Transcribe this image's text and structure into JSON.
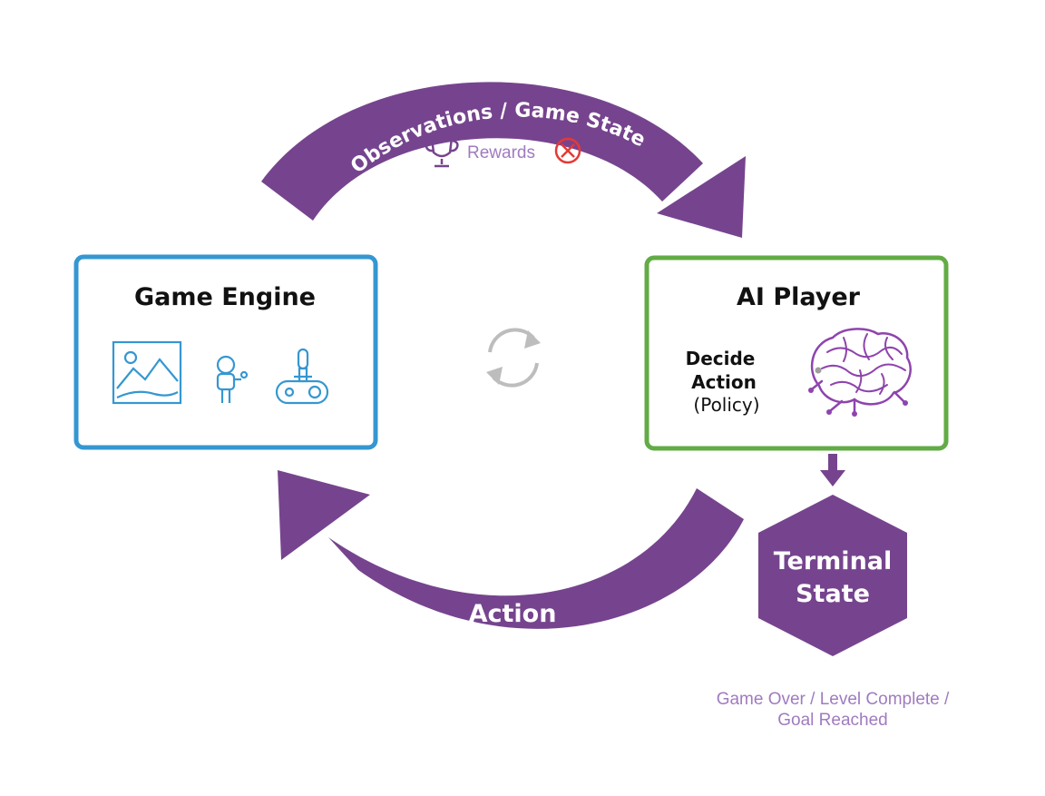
{
  "colors": {
    "arrow": "#76448e",
    "engine_border": "#3597d1",
    "player_border": "#63ab46",
    "light_text": "#a07bc0",
    "reward_cross": "#e53935",
    "cycle_icon": "#bdbdbd"
  },
  "top_arrow": {
    "label": "Observations / Game State",
    "rewards_label": "Rewards",
    "icons": [
      "trophy-icon",
      "cross-circle-icon"
    ]
  },
  "game_engine": {
    "title": "Game Engine",
    "icons": [
      "landscape-image-icon",
      "character-icon",
      "joystick-icon"
    ]
  },
  "cycle_icon": "refresh-cycle-icon",
  "ai_player": {
    "title": "AI Player",
    "policy_line1": "Decide",
    "policy_line2": "Action",
    "policy_line3": "(Policy)",
    "icon": "brain-icon"
  },
  "bottom_arrow": {
    "label": "Action"
  },
  "terminal": {
    "line1": "Terminal",
    "line2": "State",
    "caption_line1": "Game Over / Level Complete /",
    "caption_line2": "Goal Reached"
  }
}
